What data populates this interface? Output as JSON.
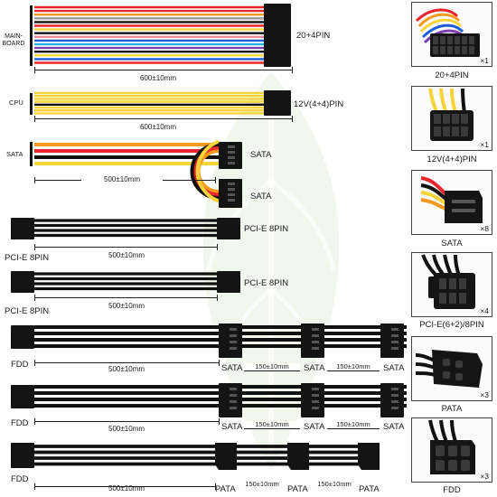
{
  "colors": {
    "red": "#e8262c",
    "orange": "#f39a1c",
    "yellow": "#f7d43a",
    "black": "#111111",
    "blue": "#1f5fd6",
    "cyan": "#27b3e6",
    "purple": "#7a3fb0",
    "pink": "#f08aa8",
    "gray": "#9a9a9a",
    "white": "#f2f2f2",
    "watermark": "#e8f1df"
  },
  "main_board": {
    "label": "MAIN-\nBOARD",
    "connector_label": "20+4PIN",
    "length": "600±10mm",
    "wire_colors": [
      "red",
      "red",
      "orange",
      "gray",
      "black",
      "red",
      "yellow",
      "black",
      "pink",
      "blue",
      "cyan",
      "purple",
      "black",
      "yellow",
      "blue",
      "red"
    ]
  },
  "cpu": {
    "label": "CPU",
    "connector_label": "12V(4+4)PIN",
    "length": "600±10mm",
    "wire_colors": [
      "yellow",
      "yellow",
      "yellow",
      "yellow",
      "black",
      "yellow",
      "yellow",
      "yellow"
    ]
  },
  "sata": {
    "label": "SATA",
    "connector_label_1": "SATA",
    "connector_label_2": "SATA",
    "length": "500±10mm",
    "wire_colors": [
      "orange",
      "red",
      "black",
      "yellow"
    ]
  },
  "pcie_1": {
    "end_label": "PCI-E 8PIN",
    "connector_label": "PCI-E 8PIN",
    "length": "500±10mm"
  },
  "pcie_2": {
    "end_label": "PCI-E 8PIN",
    "connector_label": "PCI-E 8PIN",
    "length": "500±10mm"
  },
  "fdd_sata_1": {
    "end_label": "FDD",
    "length": "500±10mm",
    "connector_labels": [
      "SATA",
      "SATA",
      "SATA"
    ],
    "segment_lengths": [
      "150±10mm",
      "150±10mm"
    ]
  },
  "fdd_sata_2": {
    "end_label": "FDD",
    "length": "500±10mm",
    "connector_labels": [
      "SATA",
      "SATA",
      "SATA"
    ],
    "segment_lengths": [
      "150±10mm",
      "150±10mm"
    ]
  },
  "fdd_pata": {
    "end_label": "FDD",
    "length": "500±10mm",
    "connector_labels": [
      "PATA",
      "PATA",
      "PATA"
    ],
    "segment_lengths": [
      "150±10mm",
      "150±10mm"
    ]
  },
  "connector_cards": [
    {
      "caption": "20+4PIN",
      "qty": "×1",
      "icon": "atx-24pin-connector-icon"
    },
    {
      "caption": "12V(4+4)PIN",
      "qty": "×1",
      "icon": "cpu-8pin-connector-icon"
    },
    {
      "caption": "SATA",
      "qty": "×8",
      "icon": "sata-connector-icon"
    },
    {
      "caption": "PCI-E(6+2)/8PIN",
      "qty": "×4",
      "icon": "pcie-8pin-connector-icon"
    },
    {
      "caption": "PATA",
      "qty": "×3",
      "icon": "molex-pata-connector-icon"
    },
    {
      "caption": "FDD",
      "qty": "×3",
      "icon": "fdd-connector-icon"
    }
  ]
}
